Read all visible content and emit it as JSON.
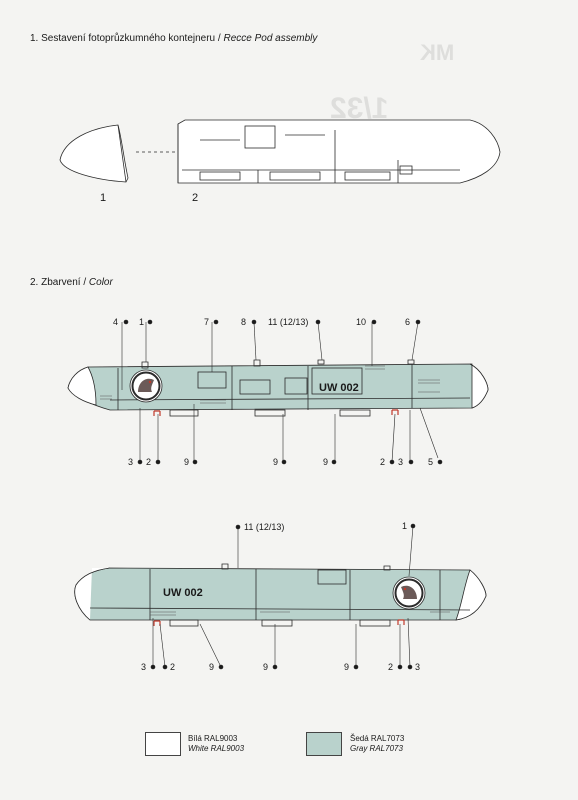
{
  "section1": {
    "number_title": "1. Sestavení fotoprůzkumného kontejneru /",
    "title_en": "Recce Pod assembly",
    "part_labels": [
      "1",
      "2"
    ]
  },
  "section2": {
    "number_title": "2. Zbarvení /",
    "title_en": "Color"
  },
  "pod1": {
    "top_callouts": [
      "4",
      "1",
      "7",
      "8",
      "11 (12/13)",
      "10",
      "6"
    ],
    "bottom_callouts": [
      "3",
      "2",
      "9",
      "9",
      "9",
      "2",
      "3",
      "5"
    ],
    "serial": "UW 002"
  },
  "pod2": {
    "top_callouts": [
      "11 (12/13)",
      "1"
    ],
    "bottom_callouts": [
      "3",
      "2",
      "9",
      "9",
      "9",
      "2",
      "3"
    ],
    "serial": "UW 002"
  },
  "legend": [
    {
      "name_cz": "Bílá RAL9003",
      "name_en": "White RAL9003",
      "color": "#ffffff"
    },
    {
      "name_cz": "Šedá RAL7073",
      "name_en": "Gray RAL7073",
      "color": "#b9d2cc"
    }
  ],
  "colors": {
    "pod_gray": "#b9d2cc",
    "pod_white": "#ffffff",
    "line": "#2b2b2b",
    "marker_red": "#c0392b"
  }
}
